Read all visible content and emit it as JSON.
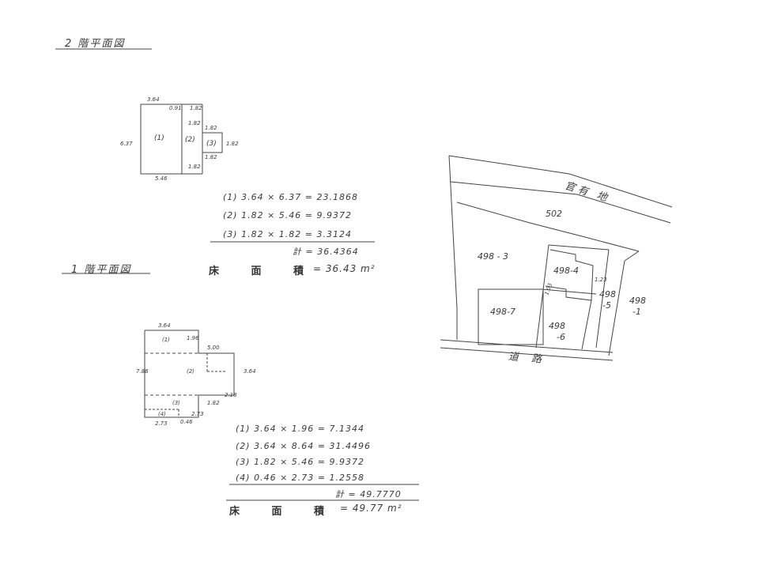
{
  "floor2": {
    "title": "2 階平面図",
    "dims": {
      "top": "3.64",
      "left": "6.37",
      "bottom": "5.46",
      "d091": "0.91",
      "d182a": "1.82",
      "d182b": "1.82",
      "d182c": "1.82",
      "d182d": "1.82",
      "d182e": "1.82",
      "d182f": "1.82"
    },
    "rooms": {
      "r1": "(1)",
      "r2": "(2)",
      "r3": "(3)"
    },
    "calc": [
      "(1)  3.64 × 6.37 = 23.1868",
      "(2)  1.82 × 5.46 =  9.9372",
      "(3)  1.82 × 1.82 =  3.3124"
    ],
    "total": "計 = 36.4364",
    "area_label": "床 面 積",
    "area_value": "= 36.43 m²"
  },
  "floor1": {
    "title": "1 階平面図",
    "dims": {
      "top": "3.64",
      "d196": "1.96",
      "d500": "5.00",
      "left": "7.88",
      "right": "3.64",
      "d218": "2.18",
      "d182": "1.82",
      "d273a": "2.73",
      "d273b": "2.73",
      "d046": "0.46"
    },
    "rooms": {
      "r1": "(1)",
      "r2": "(2)",
      "r3": "(3)",
      "r4": "(4)"
    },
    "calc": [
      "(1)  3.64  ×  1.96  =  7.1344",
      "(2)  3.64  ×  8.64  = 31.4496",
      "(3)  1.82  ×  5.46  =  9.9372",
      "(4)  0.46  ×  2.73  =  1.2558"
    ],
    "total": "計 = 49.7770",
    "area_label": "床 面 積",
    "area_value": "= 49.77 m²"
  },
  "site": {
    "official_land": "官有 地",
    "road": "道  路",
    "parcels": {
      "p502": "502",
      "p498_3": "498 - 3",
      "p498_4": "498-4",
      "p498_7": "498-7",
      "p498_6a": "498",
      "p498_6b": "-6",
      "p498_5a": "498",
      "p498_5b": "-5",
      "p498_1a": "498",
      "p498_1b": "-1"
    },
    "small": {
      "s1": "1.23",
      "s2": "1.03"
    }
  }
}
